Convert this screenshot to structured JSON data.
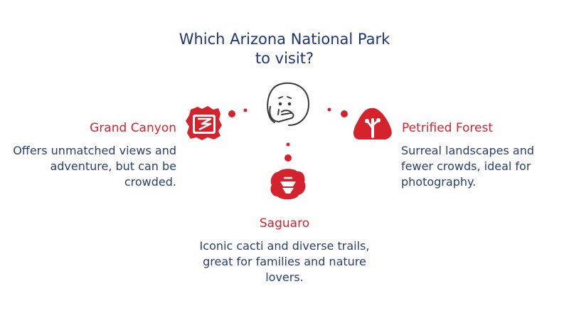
{
  "title": "Which Arizona National Park to visit?",
  "options": [
    {
      "name": "Grand Canyon",
      "description": "Offers unmatched views and adventure, but can be crowded.",
      "icon": "canyon-icon"
    },
    {
      "name": "Petrified Forest",
      "description": "Surreal landscapes and fewer crowds, ideal for photography.",
      "icon": "tree-icon"
    },
    {
      "name": "Saguaro",
      "description": "Iconic cacti and diverse trails, great for families and nature lovers.",
      "icon": "cactus-icon"
    }
  ],
  "center_icon": "thinking-face-icon",
  "colors": {
    "accent": "#d4232d",
    "title": "#1e3575",
    "text": "#2a3f6f",
    "outline": "#3a3a3a"
  }
}
